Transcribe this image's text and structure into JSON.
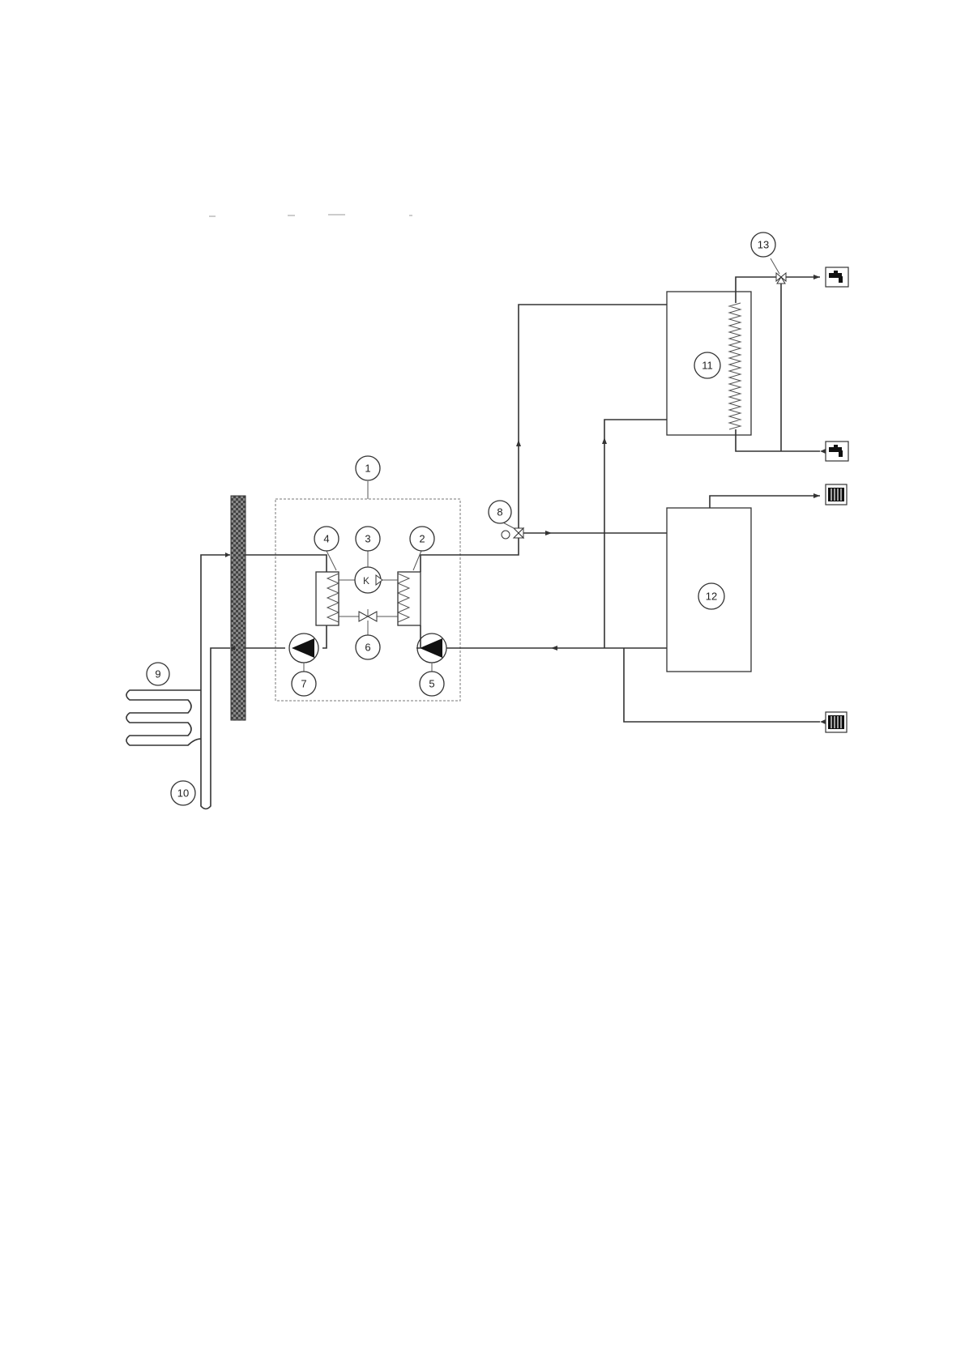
{
  "diagram": {
    "callouts": {
      "c1": "1",
      "c2": "2",
      "c3": "3",
      "c4": "4",
      "c5": "5",
      "c6": "6",
      "c7": "7",
      "c8": "8",
      "c9": "9",
      "c10": "10",
      "c11": "11",
      "c12": "12",
      "c13": "13"
    },
    "compressor_symbol": "K",
    "icons": {
      "hot_tap": "tap-icon",
      "cold_tap": "tap-icon",
      "radiator_top": "radiator-icon",
      "radiator_bottom": "radiator-icon"
    },
    "colors": {
      "line": "#333333",
      "wall": "#555555"
    }
  }
}
